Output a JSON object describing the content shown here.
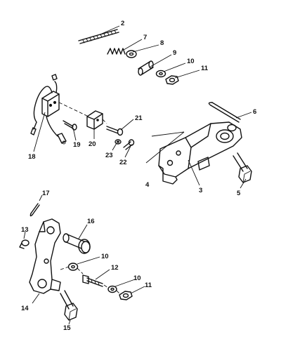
{
  "callouts": {
    "c2": "2",
    "c3": "3",
    "c4": "4",
    "c5": "5",
    "c6": "6",
    "c7": "7",
    "c8": "8",
    "c9": "9",
    "c10a": "10",
    "c11a": "11",
    "c10b": "10",
    "c10c": "10",
    "c11b": "11",
    "c12": "12",
    "c13": "13",
    "c14": "14",
    "c15": "15",
    "c16": "16",
    "c17": "17",
    "c18": "18",
    "c19": "19",
    "c20": "20",
    "c21": "21",
    "c22": "22",
    "c23": "23"
  }
}
